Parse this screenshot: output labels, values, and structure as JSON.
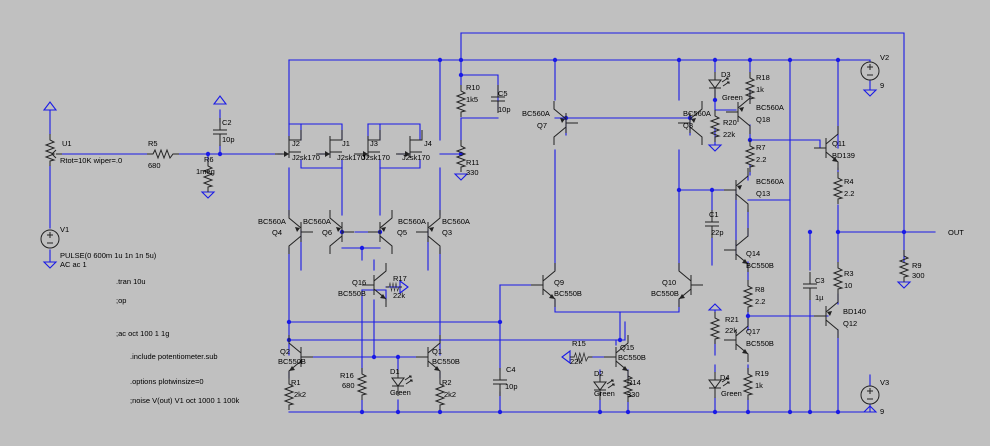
{
  "schematic": {
    "components": {
      "U1": {
        "ref": "U1",
        "value": "Rtot=10K wiper=.0"
      },
      "V1": {
        "ref": "V1",
        "value": "PULSE(0 600m 1u 1n 1n 5u)",
        "value2": "AC ac 1"
      },
      "V2": {
        "ref": "V2",
        "value": "9"
      },
      "V3": {
        "ref": "V3",
        "value": "9"
      },
      "R1": {
        "ref": "R1",
        "value": "2k2"
      },
      "R2": {
        "ref": "R2",
        "value": "2k2"
      },
      "R3": {
        "ref": "R3",
        "value": "10"
      },
      "R4": {
        "ref": "R4",
        "value": "2.2"
      },
      "R5": {
        "ref": "R5",
        "value": "680"
      },
      "R6": {
        "ref": "R6",
        "value": "1meg"
      },
      "R7": {
        "ref": "R7",
        "value": "2.2"
      },
      "R8": {
        "ref": "R8",
        "value": "2.2"
      },
      "R9": {
        "ref": "R9",
        "value": "300"
      },
      "R10": {
        "ref": "R10",
        "value": "1k5"
      },
      "R11": {
        "ref": "R11",
        "value": "330"
      },
      "R14": {
        "ref": "R14",
        "value": "330"
      },
      "R15": {
        "ref": "R15",
        "value": "22k"
      },
      "R16": {
        "ref": "R16",
        "value": "680"
      },
      "R17": {
        "ref": "R17",
        "value": "22k"
      },
      "R18": {
        "ref": "R18",
        "value": "1k"
      },
      "R19": {
        "ref": "R19",
        "value": "1k"
      },
      "R20": {
        "ref": "R20",
        "value": "22k"
      },
      "R21": {
        "ref": "R21",
        "value": "22k"
      },
      "C2": {
        "ref": "C2",
        "value": "10p"
      },
      "C3": {
        "ref": "C3",
        "value": "1µ"
      },
      "C4": {
        "ref": "C4",
        "value": "10p"
      },
      "C5": {
        "ref": "C5",
        "value": "10p"
      },
      "C1": {
        "ref": "C1",
        "value": "22p"
      },
      "D1": {
        "ref": "D1",
        "value": "Green"
      },
      "D2": {
        "ref": "D2",
        "value": "Green"
      },
      "D3": {
        "ref": "D3",
        "value": "Green"
      },
      "D4": {
        "ref": "D4",
        "value": "Green"
      },
      "J1": {
        "ref": "J1",
        "value": "J2sk170"
      },
      "J2": {
        "ref": "J2",
        "value": "J2sk170"
      },
      "J3": {
        "ref": "J3",
        "value": "J2sk170"
      },
      "J4": {
        "ref": "J4",
        "value": "J2sk170"
      },
      "Q1": {
        "ref": "Q1",
        "value": "BC550B"
      },
      "Q2": {
        "ref": "Q2",
        "value": "BC550B"
      },
      "Q3": {
        "ref": "Q3",
        "value": "BC560A"
      },
      "Q4": {
        "ref": "Q4",
        "value": "BC560A"
      },
      "Q5": {
        "ref": "Q5",
        "value": "BC560A"
      },
      "Q6": {
        "ref": "Q6",
        "value": "BC560A"
      },
      "Q7": {
        "ref": "Q7",
        "value": "BC560A"
      },
      "Q8": {
        "ref": "Q8",
        "value": "BC560A"
      },
      "Q9": {
        "ref": "Q9",
        "value": "BC550B"
      },
      "Q10": {
        "ref": "Q10",
        "value": "BC550B"
      },
      "Q11": {
        "ref": "Q11",
        "value": "BD139"
      },
      "Q12": {
        "ref": "Q12",
        "value": "BD140"
      },
      "Q13": {
        "ref": "Q13",
        "value": "BC560A"
      },
      "Q14": {
        "ref": "Q14",
        "value": "BC550B"
      },
      "Q15": {
        "ref": "Q15",
        "value": "BC550B"
      },
      "Q16": {
        "ref": "Q16",
        "value": "BC550B"
      },
      "Q17": {
        "ref": "Q17",
        "value": "BC550B"
      },
      "Q18": {
        "ref": "Q18",
        "value": "BC560A"
      }
    },
    "net_out": "OUT",
    "directives": [
      ".tran 10u",
      ";op",
      ";ac oct 100 1 1g",
      ".include potentiometer.sub",
      ".options plotwinsize=0",
      ";noise V(out) V1 oct 1000 1 100k"
    ],
    "colors": {
      "background": "#c0c0c0",
      "wire": "#1a1ae6",
      "component": "#222222",
      "text": "#000000"
    }
  }
}
